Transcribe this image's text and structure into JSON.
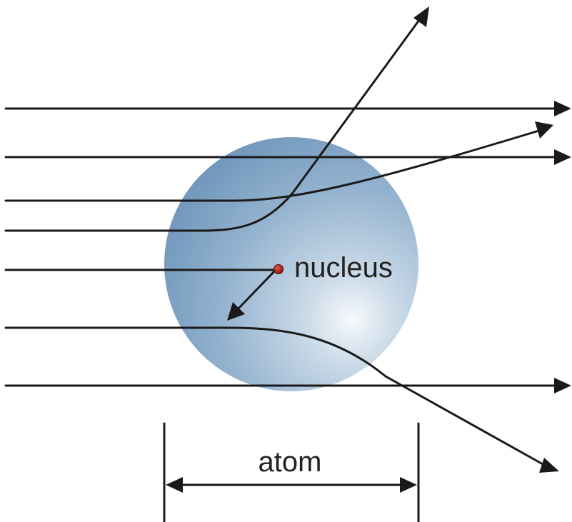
{
  "labels": {
    "nucleus": "nucleus",
    "atom": "atom"
  },
  "colors": {
    "line": "#1a1a1a",
    "atom_fill_center": "#f6f9fc",
    "atom_fill_mid": "#a9c2d8",
    "atom_fill_edge": "#6a92b7",
    "nucleus_fill": "#b52020",
    "label_text": "#222222"
  },
  "paths": {
    "count_straight_through": 3,
    "count_deflected": 3,
    "count_backscattered": 1
  }
}
